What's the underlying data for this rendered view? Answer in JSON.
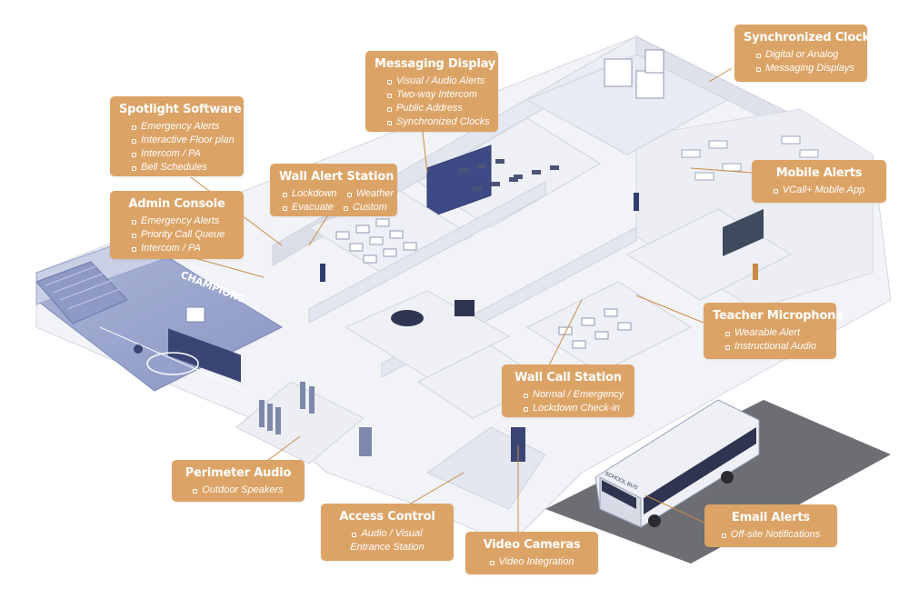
{
  "callouts": {
    "spotlight": {
      "title": "Spotlight Software",
      "items": [
        "Emergency Alerts",
        "Interactive Floor plan",
        "Intercom / PA",
        "Bell Schedules"
      ]
    },
    "admin": {
      "title": "Admin Console",
      "items": [
        "Emergency Alerts",
        "Priority Call Queue",
        "Intercom / PA"
      ]
    },
    "messaging": {
      "title": "Messaging Display",
      "items": [
        "Visual / Audio Alerts",
        "Two-way Intercom",
        "Public Address",
        "Synchronized Clocks"
      ]
    },
    "clocks": {
      "title": "Synchronized Clocks",
      "items": [
        "Digital or Analog",
        "Messaging Displays"
      ]
    },
    "wall_alert": {
      "title": "Wall Alert Station",
      "row1": [
        "Lockdown",
        "Weather"
      ],
      "row2": [
        "Evacuate",
        "Custom"
      ]
    },
    "mobile": {
      "title": "Mobile Alerts",
      "items": [
        "VCall+ Mobile App"
      ]
    },
    "teacher": {
      "title": "Teacher Microphone",
      "items": [
        "Wearable Alert",
        "Instructional Audio"
      ]
    },
    "wall_call": {
      "title": "Wall Call Station",
      "items": [
        "Normal / Emergency",
        "Lockdown Check-in"
      ]
    },
    "perimeter": {
      "title": "Perimeter Audio",
      "items": [
        "Outdoor Speakers"
      ]
    },
    "access": {
      "title": "Access Control",
      "line1": "Audio / Visual",
      "line2": "Entrance Station"
    },
    "video": {
      "title": "Video Cameras",
      "items": [
        "Video Integration"
      ]
    },
    "email": {
      "title": "Email Alerts",
      "items": [
        "Off-site Notifications"
      ]
    }
  },
  "scene_text": {
    "gym_banner": "CHAMPIONS",
    "gym_banner_small": "HOME OF THE",
    "bus_label": "SCHOOL BUS"
  },
  "colors": {
    "callout_bg": "#dca366",
    "wall": "#e6e8ef",
    "floor": "#f3f4f8",
    "accent_blue": "#6a7bb0",
    "line": "#c98a45"
  }
}
